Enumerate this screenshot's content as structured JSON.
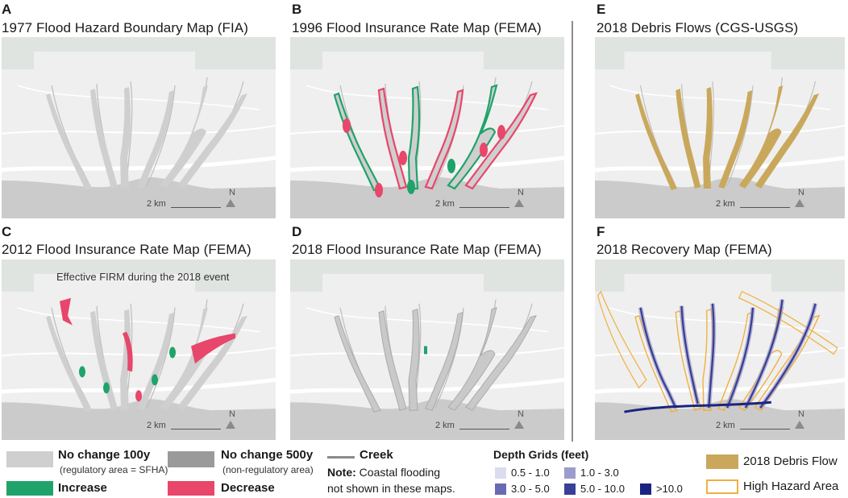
{
  "panels": [
    {
      "letter": "A",
      "title": "1977 Flood Hazard Boundary Map (FIA)",
      "scale": "2 km",
      "north": "N"
    },
    {
      "letter": "B",
      "title": "1996 Flood Insurance Rate Map (FEMA)",
      "scale": "2 km",
      "north": "N"
    },
    {
      "letter": "C",
      "title": "2012 Flood Insurance Rate Map (FEMA)",
      "scale": "2 km",
      "north": "N",
      "annotation": "Effective FIRM during the 2018 event"
    },
    {
      "letter": "D",
      "title": "2018 Flood Insurance Rate Map (FEMA)",
      "scale": "2 km",
      "north": "N"
    },
    {
      "letter": "E",
      "title": "2018 Debris Flows (CGS-USGS)",
      "scale": "2 km",
      "north": "N"
    },
    {
      "letter": "F",
      "title": "2018 Recovery Map (FEMA)",
      "scale": "2 km",
      "north": "N"
    }
  ],
  "legend": {
    "no_change_100y": {
      "label": "No change 100y",
      "sub": "(regulatory area = SFHA)",
      "color": "#cfcfcf"
    },
    "no_change_500y": {
      "label": "No change 500y",
      "sub": "(non-regulatory area)",
      "color": "#9a9a9a"
    },
    "increase": {
      "label": "Increase",
      "color": "#1fa36b"
    },
    "decrease": {
      "label": "Decrease",
      "color": "#e8466a"
    },
    "creek": {
      "label": "Creek",
      "color": "#8a8a8a"
    },
    "note": {
      "bold": "Note:",
      "line1": " Coastal flooding",
      "line2": "not shown in these maps."
    },
    "depth_title": "Depth Grids (feet)",
    "depth": [
      {
        "label": "0.5 - 1.0",
        "color": "#dcdcf0"
      },
      {
        "label": "1.0 - 3.0",
        "color": "#9c9ccc"
      },
      {
        "label": "3.0 - 5.0",
        "color": "#6a6ab4"
      },
      {
        "label": "5.0 - 10.0",
        "color": "#3a3f98"
      },
      {
        "label": ">10.0",
        "color": "#1a2480"
      }
    ],
    "debris": {
      "label": "2018 Debris Flow",
      "color": "#c9a85c"
    },
    "hazard": {
      "label": "High Hazard Area",
      "color": "#f0b040"
    }
  }
}
